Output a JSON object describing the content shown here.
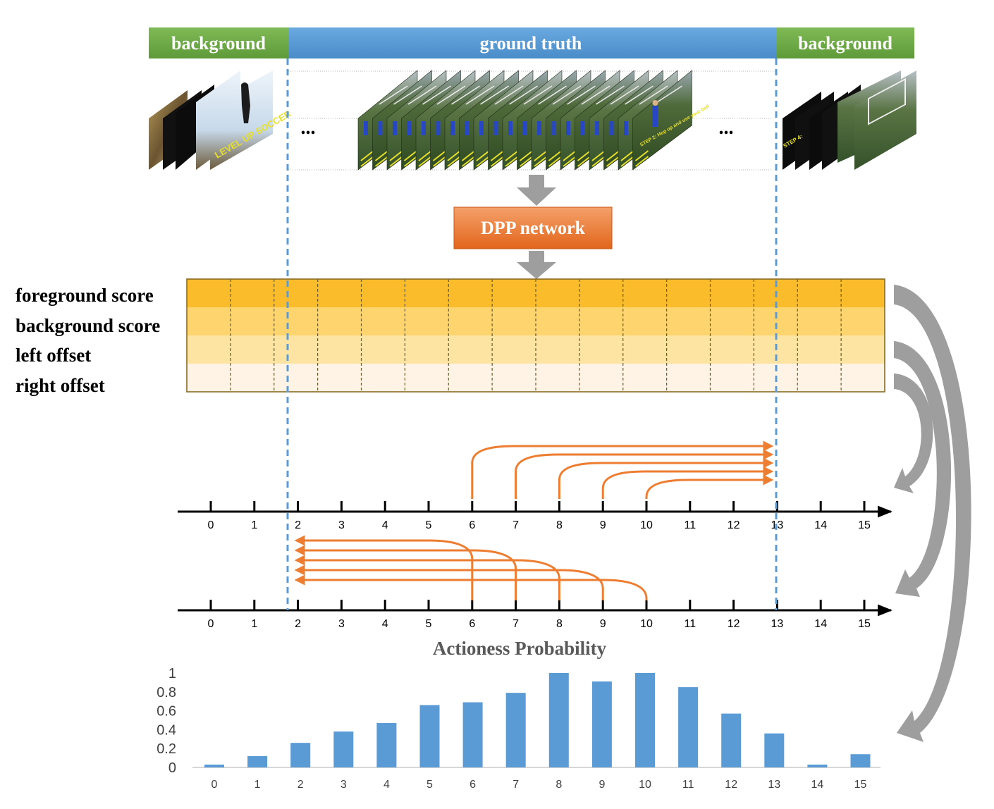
{
  "header": {
    "segments": [
      {
        "label": "background",
        "color": "#70ad47"
      },
      {
        "label": "ground truth",
        "color": "#5b9bd5"
      },
      {
        "label": "background",
        "color": "#70ad47"
      }
    ]
  },
  "frames": {
    "ellipsis_left": "...",
    "ellipsis_right": "...",
    "left_overlay_text": "LEVEL UP SOCCER",
    "middle_overlay_text": "STEP 2: Hop up and use your ball",
    "right_overlay_text": "STEP 4:"
  },
  "network": {
    "label": "DPP network",
    "color": "#ed7d31"
  },
  "score_table": {
    "row_labels": [
      "foreground score",
      "background score",
      "left offset",
      "right offset"
    ],
    "row_colors": [
      "#fbbc2b",
      "#fdd46e",
      "#fee4a3",
      "#fef3e4"
    ],
    "columns": 16
  },
  "axis_right_offsets": {
    "ticks": [
      "0",
      "1",
      "2",
      "3",
      "4",
      "5",
      "6",
      "7",
      "8",
      "9",
      "10",
      "11",
      "12",
      "13",
      "14",
      "15"
    ],
    "arrows_from": [
      6,
      7,
      8,
      9,
      10
    ],
    "arrows_to": 13
  },
  "axis_left_offsets": {
    "ticks": [
      "0",
      "1",
      "2",
      "3",
      "4",
      "5",
      "6",
      "7",
      "8",
      "9",
      "10",
      "11",
      "12",
      "13",
      "14",
      "15"
    ],
    "arrows_from": [
      6,
      7,
      8,
      9,
      10
    ],
    "arrows_to": 2
  },
  "arrow_color": "#ed7d31",
  "chart_data": {
    "type": "bar",
    "title": "Actioness Probability",
    "categories": [
      "0",
      "1",
      "2",
      "3",
      "4",
      "5",
      "6",
      "7",
      "8",
      "9",
      "10",
      "11",
      "12",
      "13",
      "14",
      "15"
    ],
    "values": [
      0.03,
      0.12,
      0.26,
      0.38,
      0.47,
      0.66,
      0.69,
      0.79,
      1.0,
      0.91,
      1.0,
      0.85,
      0.57,
      0.36,
      0.03,
      0.14
    ],
    "yticks": [
      "0",
      "0.2",
      "0.4",
      "0.6",
      "0.8",
      "1"
    ],
    "ylim": [
      0,
      1
    ],
    "bar_color": "#5b9bd5"
  }
}
